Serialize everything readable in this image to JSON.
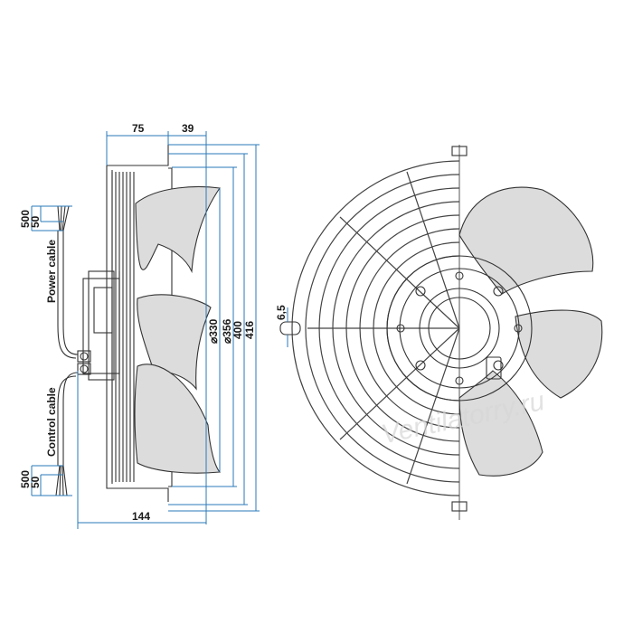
{
  "side_view": {
    "dim_75": "75",
    "dim_39": "39",
    "dim_144": "144",
    "dia_330": "⌀330",
    "dia_356": "⌀356",
    "dim_400": "400",
    "dim_416": "416",
    "power_label": "Power cable",
    "control_label": "Control cable",
    "power_500": "500",
    "power_50": "50",
    "control_500": "500",
    "control_50": "50"
  },
  "front_view": {
    "dim_6_5": "6,5"
  },
  "watermark": "Ventilatorry.ru",
  "colors": {
    "dimension": "#2a7ab8",
    "outline": "#333333",
    "blade_fill": "#dcdcdc"
  }
}
